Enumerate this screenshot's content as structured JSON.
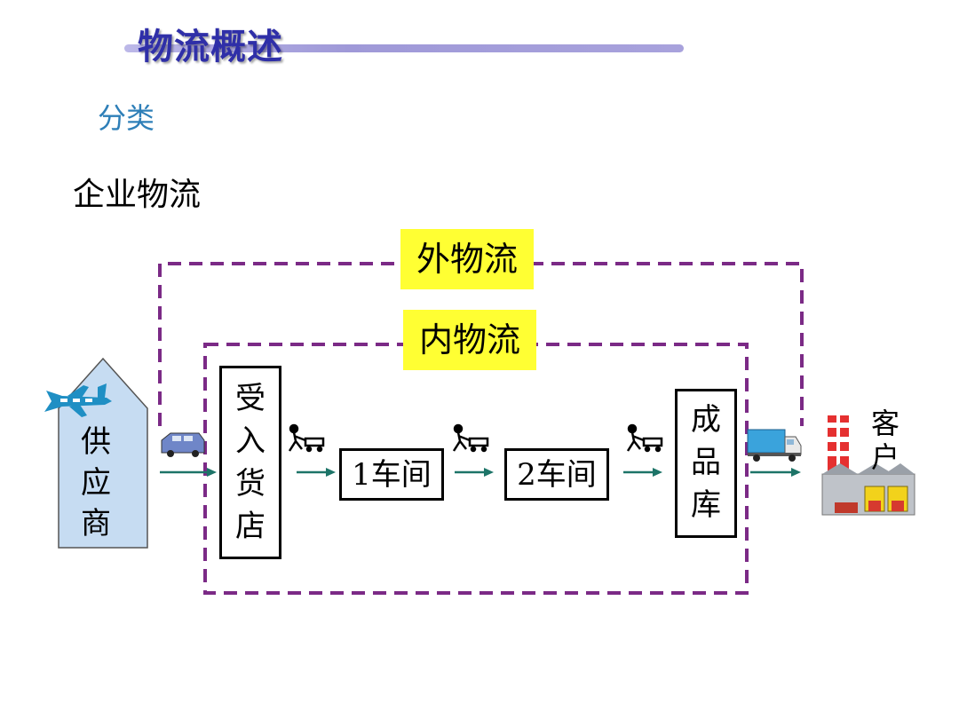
{
  "header": {
    "title": "物流概述",
    "subheading": "分类"
  },
  "section": {
    "title": "企业物流"
  },
  "diagram": {
    "outer_label": "外物流",
    "inner_label": "内物流",
    "supplier": [
      "供",
      "应",
      "商"
    ],
    "receiving": [
      "受",
      "入",
      "货",
      "店"
    ],
    "workshop1": "1车间",
    "workshop2": "2车间",
    "warehouse": [
      "成",
      "品",
      "库"
    ],
    "customer": [
      "客",
      "户"
    ]
  },
  "colors": {
    "title": "#2f2fa8",
    "subheading": "#2e7fb8",
    "dash_border": "#7b2a86",
    "label_bg": "#ffff33",
    "supplier_fill": "#c6dcf2",
    "arrow": "#1d7468"
  },
  "icons": [
    "airplane-icon",
    "van-icon",
    "hand-truck-icon",
    "truck-icon",
    "factory-icon"
  ]
}
